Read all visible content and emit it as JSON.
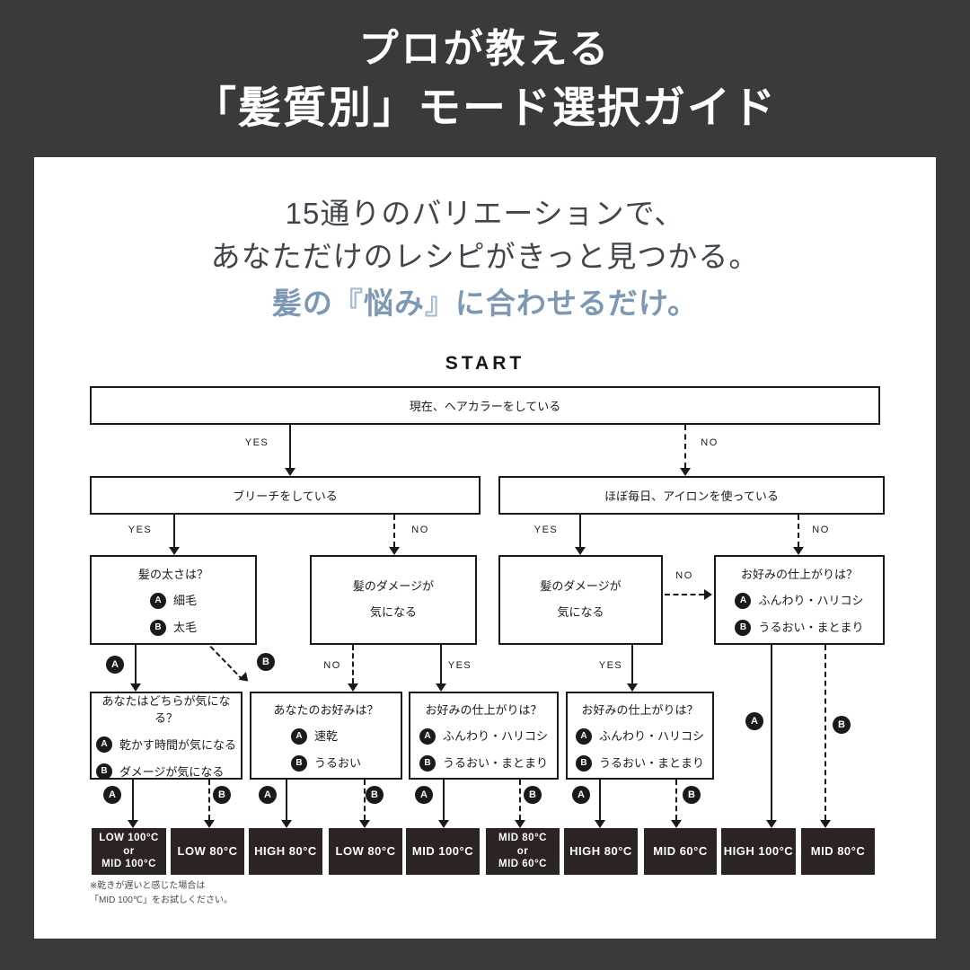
{
  "header": {
    "line1": "プロが教える",
    "line2": "「髪質別」モード選択ガイド"
  },
  "intro": {
    "line1": "15通りのバリエーションで、",
    "line2": "あなただけのレシピがきっと見つかる。",
    "line3": {
      "p1": "髪の",
      "open": "『",
      "word": "悩み",
      "close": "』",
      "p2": "に合わせるだけ。"
    }
  },
  "colors": {
    "background": "#3a3a3c",
    "accent_blue": "#7d98b3",
    "bracket_blue": "#a9bccd",
    "result_box": "#2b2422",
    "line": "#1a1a1a"
  },
  "flow": {
    "start": "START",
    "labels": {
      "yes": "YES",
      "no": "NO",
      "a": "A",
      "b": "B"
    },
    "q1": "現在、ヘアカラーをしている",
    "q2_bleach": "ブリーチをしている",
    "q2_iron": "ほぼ毎日、アイロンを使っている",
    "q3_thickness": {
      "title": "髪の太さは？",
      "a": "細毛",
      "b": "太毛"
    },
    "q3_damage1": "髪のダメージが\n気になる",
    "q3_damage2": "髪のダメージが\n気になる",
    "q3_finish": {
      "title": "お好みの仕上がりは？",
      "a": "ふんわり・ハリコシ",
      "b": "うるおい・まとまり"
    },
    "q4_which": {
      "title": "あなたはどちらが気になる？",
      "a": "乾かす時間が気になる",
      "b": "ダメージが気になる"
    },
    "q4_preference": {
      "title": "あなたのお好みは？",
      "a": "速乾",
      "b": "うるおい"
    },
    "q4_finish1": {
      "title": "お好みの仕上がりは？",
      "a": "ふんわり・ハリコシ",
      "b": "うるおい・まとまり"
    },
    "q4_finish2": {
      "title": "お好みの仕上がりは？",
      "a": "ふんわり・ハリコシ",
      "b": "うるおい・まとまり"
    },
    "results": [
      "LOW 100°C\nor\nMID 100°C",
      "LOW 80°C",
      "HIGH 80°C",
      "LOW 80°C",
      "MID 100°C",
      "MID 80°C\nor\nMID 60°C",
      "HIGH 80°C",
      "MID 60°C",
      "HIGH 100°C",
      "MID 80°C"
    ],
    "footnote": "※乾きが遅いと感じた場合は\n「MID 100℃」をお試しください。"
  }
}
